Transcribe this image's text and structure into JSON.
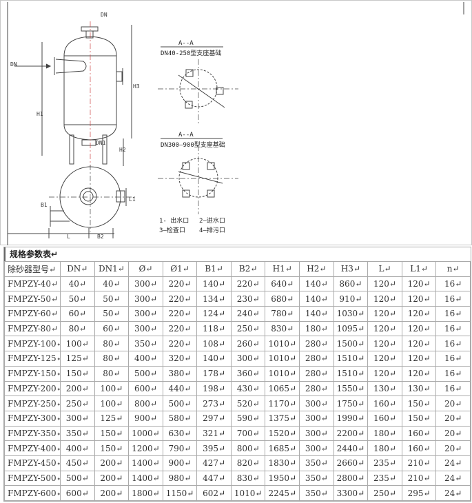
{
  "drawing": {
    "labels": {
      "dn_top": "DN",
      "dn_left": "DN",
      "dn1": "DN1",
      "h1": "H1",
      "h2": "H2",
      "h3": "H3",
      "l": "L",
      "b1": "B1",
      "b2": "B2",
      "l1": "L1"
    },
    "section1": {
      "mark": "A--A",
      "title": "DN40-250型支座基础"
    },
    "section2": {
      "mark": "A--A",
      "title": "DN300—900型支座基础"
    },
    "legend": [
      "1- 出水口",
      "2—进水口",
      "3—检查口",
      "4—排污口"
    ]
  },
  "table": {
    "title": "规格参数表↵",
    "headers": [
      "除砂器型号↵",
      "DN↵",
      "DN1↵",
      "Ø↵",
      "Ø1↵",
      "B1↵",
      "B2↵",
      "H1↵",
      "H2↵",
      "H3↵",
      "L↵",
      "L1↵",
      "n↵"
    ],
    "rows": [
      [
        "FMPZY-40↵",
        "40↵",
        "40↵",
        "300↵",
        "220↵",
        "140↵",
        "220↵",
        "640↵",
        "140↵",
        "860↵",
        "120↵",
        "120↵",
        "16↵"
      ],
      [
        "FMPZY-50↵",
        "50↵",
        "50↵",
        "300↵",
        "220↵",
        "134↵",
        "230↵",
        "680↵",
        "140↵",
        "910↵",
        "120↵",
        "120↵",
        "16↵"
      ],
      [
        "FMPZY-60↵",
        "60↵",
        "50↵",
        "300↵",
        "220↵",
        "124↵",
        "240↵",
        "780↵",
        "140↵",
        "1030↵",
        "120↵",
        "120↵",
        "16↵"
      ],
      [
        "FMPZY-80↵",
        "80↵",
        "60↵",
        "300↵",
        "220↵",
        "118↵",
        "250↵",
        "830↵",
        "180↵",
        "1095↵",
        "120↵",
        "120↵",
        "16↵"
      ],
      [
        "FMPZY-100↵",
        "100↵",
        "80↵",
        "350↵",
        "220↵",
        "108↵",
        "260↵",
        "1010↵",
        "280↵",
        "1500↵",
        "120↵",
        "120↵",
        "16↵"
      ],
      [
        "FMPZY-125↵",
        "125↵",
        "80↵",
        "400↵",
        "320↵",
        "140↵",
        "300↵",
        "1010↵",
        "280↵",
        "1510↵",
        "120↵",
        "120↵",
        "16↵"
      ],
      [
        "FMPZY-150↵",
        "150↵",
        "80↵",
        "500↵",
        "380↵",
        "178↵",
        "360↵",
        "1010↵",
        "280↵",
        "1510↵",
        "120↵",
        "120↵",
        "16↵"
      ],
      [
        "FMPZY-200↵",
        "200↵",
        "100↵",
        "600↵",
        "440↵",
        "198↵",
        "430↵",
        "1065↵",
        "280↵",
        "1550↵",
        "130↵",
        "130↵",
        "16↵"
      ],
      [
        "FMPZY-250↵",
        "250↵",
        "100↵",
        "800↵",
        "500↵",
        "273↵",
        "520↵",
        "1170↵",
        "300↵",
        "1750↵",
        "160↵",
        "150↵",
        "20↵"
      ],
      [
        "FMPZY-300↵",
        "300↵",
        "125↵",
        "900↵",
        "580↵",
        "297↵",
        "590↵",
        "1375↵",
        "300↵",
        "1990↵",
        "160↵",
        "150↵",
        "20↵"
      ],
      [
        "FMPZY-350↵",
        "350↵",
        "150↵",
        "1000↵",
        "630↵",
        "321↵",
        "700↵",
        "1520↵",
        "300↵",
        "2200↵",
        "180↵",
        "160↵",
        "20↵"
      ],
      [
        "FMPZY-400↵",
        "400↵",
        "150↵",
        "1200↵",
        "790↵",
        "395↵",
        "800↵",
        "1685↵",
        "300↵",
        "2440↵",
        "180↵",
        "160↵",
        "20↵"
      ],
      [
        "FMPZY-450↵",
        "450↵",
        "200↵",
        "1400↵",
        "900↵",
        "427↵",
        "820↵",
        "1830↵",
        "350↵",
        "2660↵",
        "235↵",
        "210↵",
        "24↵"
      ],
      [
        "FMPZY-500↵",
        "500↵",
        "200↵",
        "1400↵",
        "980↵",
        "447↵",
        "830↵",
        "1950↵",
        "350↵",
        "2800↵",
        "235↵",
        "210↵",
        "24↵"
      ],
      [
        "FMPZY-600↵",
        "600↵",
        "200↵",
        "1800↵",
        "1150↵",
        "602↵",
        "1010↵",
        "2245↵",
        "350↵",
        "3300↵",
        "250↵",
        "295↵",
        "24↵"
      ]
    ]
  }
}
